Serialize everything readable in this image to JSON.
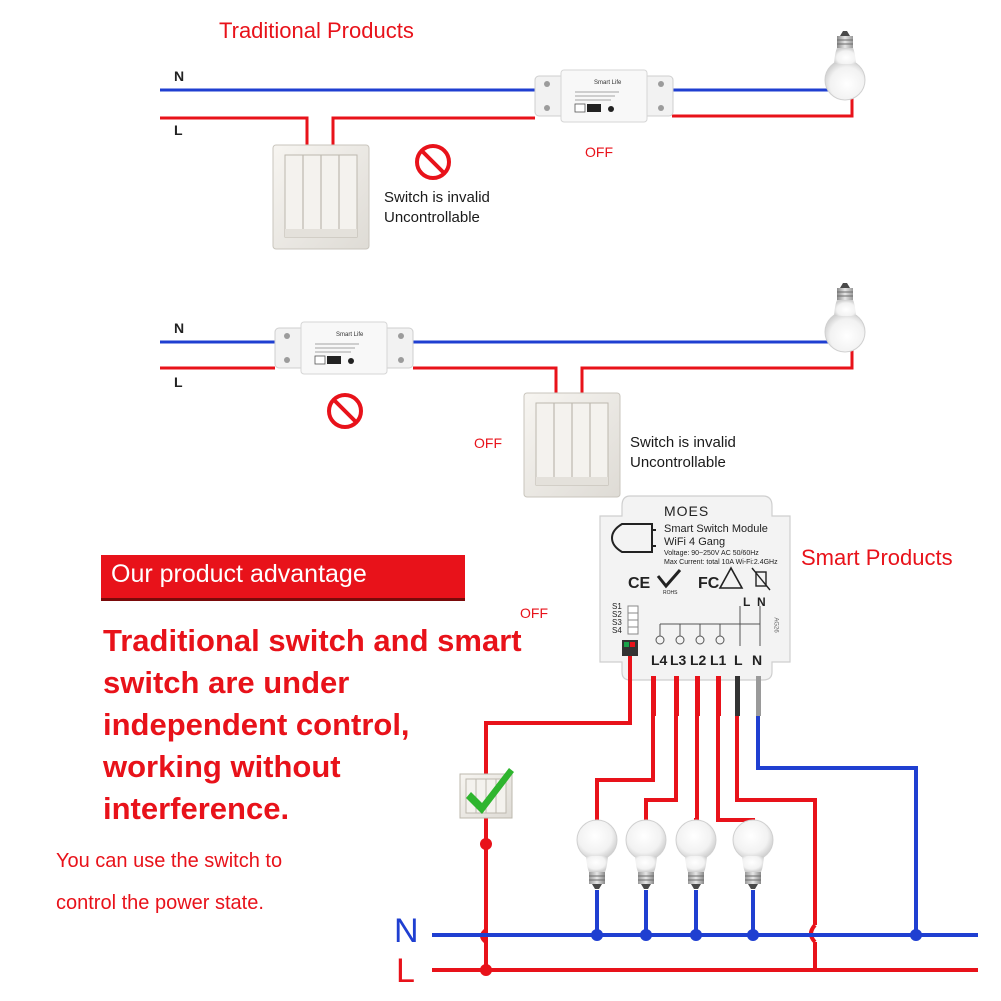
{
  "top_section": {
    "title": "Traditional Products",
    "wire_n": "N",
    "wire_l": "L",
    "module_brand": "Smart Life",
    "status_off": "OFF",
    "switch_note_line1": "Switch is invalid",
    "switch_note_line2": "Uncontrollable",
    "prohibited_icon": "prohibited-icon"
  },
  "middle_section": {
    "wire_n": "N",
    "wire_l": "L",
    "module_brand": "Smart Life",
    "status_off": "OFF",
    "switch_note_line1": "Switch is invalid",
    "switch_note_line2": "Uncontrollable",
    "prohibited_icon": "prohibited-icon"
  },
  "smart_section": {
    "title": "Smart Products",
    "module": {
      "brand": "MOES",
      "name": "Smart Switch Module",
      "model": "WiFi 4 Gang",
      "voltage": "Voltage: 90~250V AC 50/60Hz",
      "current": "Max Current: total 10A Wi-Fi:2.4GHz",
      "cert_marks": [
        "CE",
        "ROHS",
        "FC"
      ],
      "switch_inputs": [
        "S1",
        "S2",
        "S3",
        "S4"
      ],
      "terminal_top": [
        "L",
        "N"
      ],
      "terminals": [
        "L4",
        "L3",
        "L2",
        "L1",
        "L",
        "N"
      ],
      "side_code": "AG26"
    },
    "status_off": "OFF",
    "bus_n": "N",
    "bus_l": "L",
    "check_icon": "checkmark-icon"
  },
  "advantage": {
    "banner": "Our product advantage",
    "body": "Traditional switch and smart switch are under independent control, working without interference.",
    "note_line1": "You can use the switch to",
    "note_line2": "control the power state."
  },
  "colors": {
    "live": "#e8121a",
    "neutral": "#1f3fd1",
    "text_red": "#e8121a"
  }
}
